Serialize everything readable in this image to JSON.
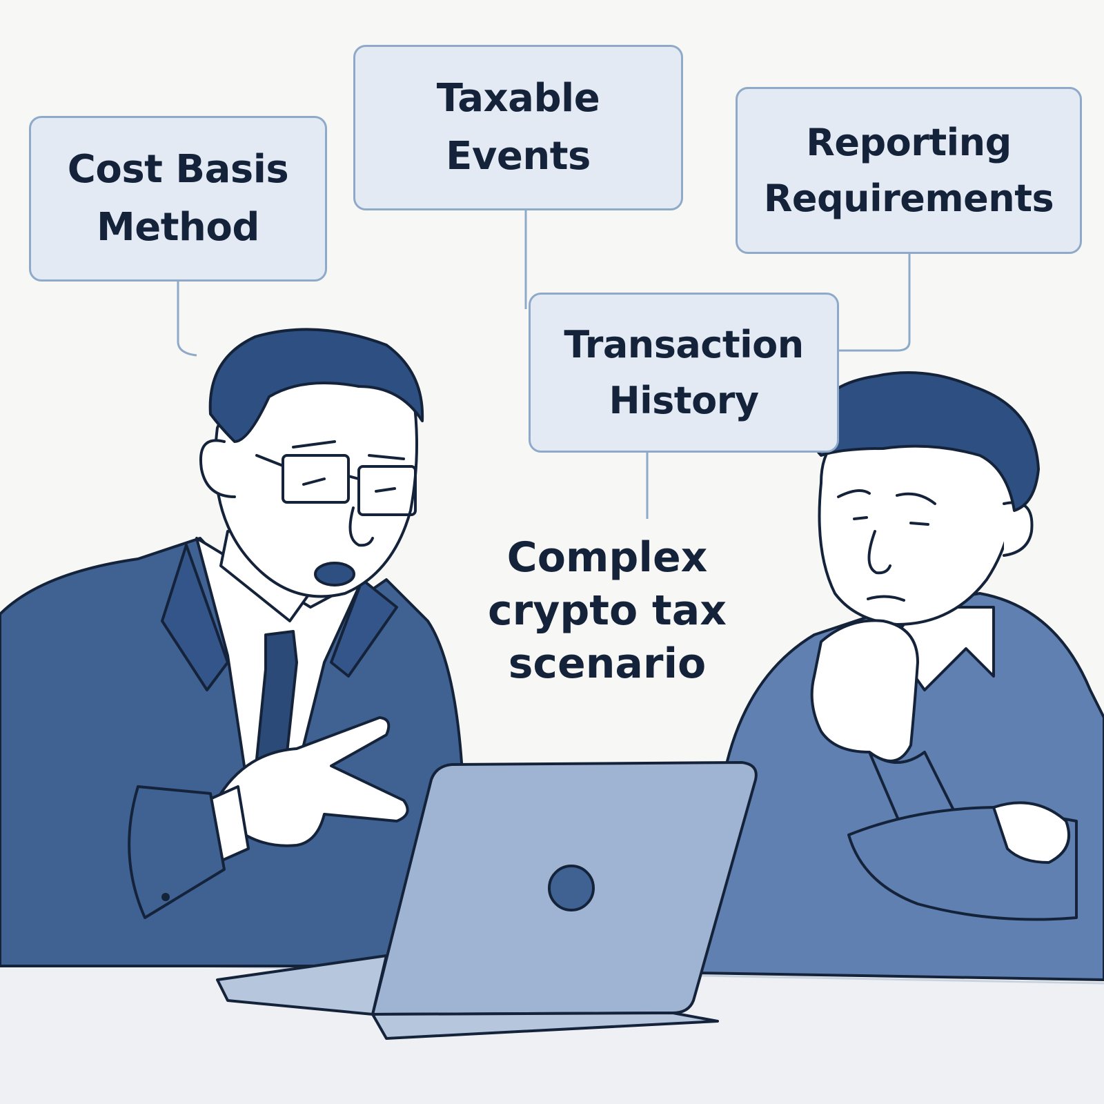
{
  "bubbles": {
    "cost_basis": "Cost Basis\nMethod",
    "taxable_events": "Taxable\nEvents",
    "reporting": "Reporting\nRequirements",
    "transaction_history": "Transaction\nHistory"
  },
  "caption": "Complex\ncrypto tax\nscenario",
  "colors": {
    "background": "#f7f7f5",
    "bubble_fill": "#e3eaf3",
    "bubble_border": "#8fa9c9",
    "suit_dark": "#3f6293",
    "sweater": "#5f80b0",
    "laptop": "#9fb4d2",
    "ink": "#14233a"
  }
}
